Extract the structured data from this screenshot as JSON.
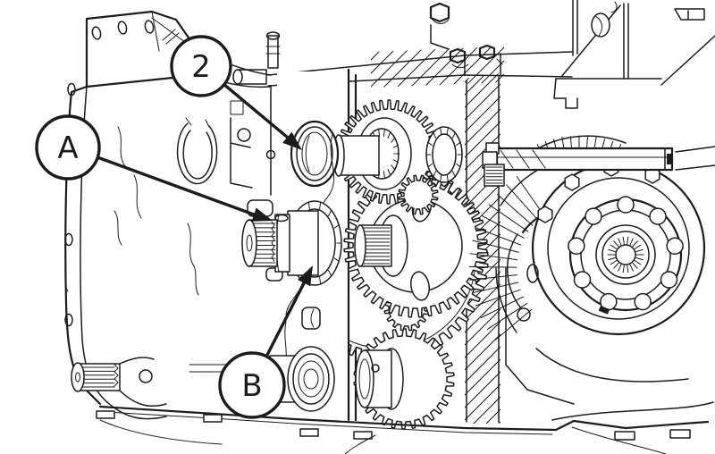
{
  "figure": {
    "type": "technical-illustration",
    "subject": "Gearbox / transaxle sectional line drawing with gear train, input shaft and differential",
    "background_color": "#ffffff",
    "line_color": "#1c1c1c",
    "callouts": [
      {
        "label": "2",
        "target": "seal-bore-ring"
      },
      {
        "label": "A",
        "target": "input-shaft-spline"
      },
      {
        "label": "B",
        "target": "input-shaft-collar"
      }
    ]
  }
}
